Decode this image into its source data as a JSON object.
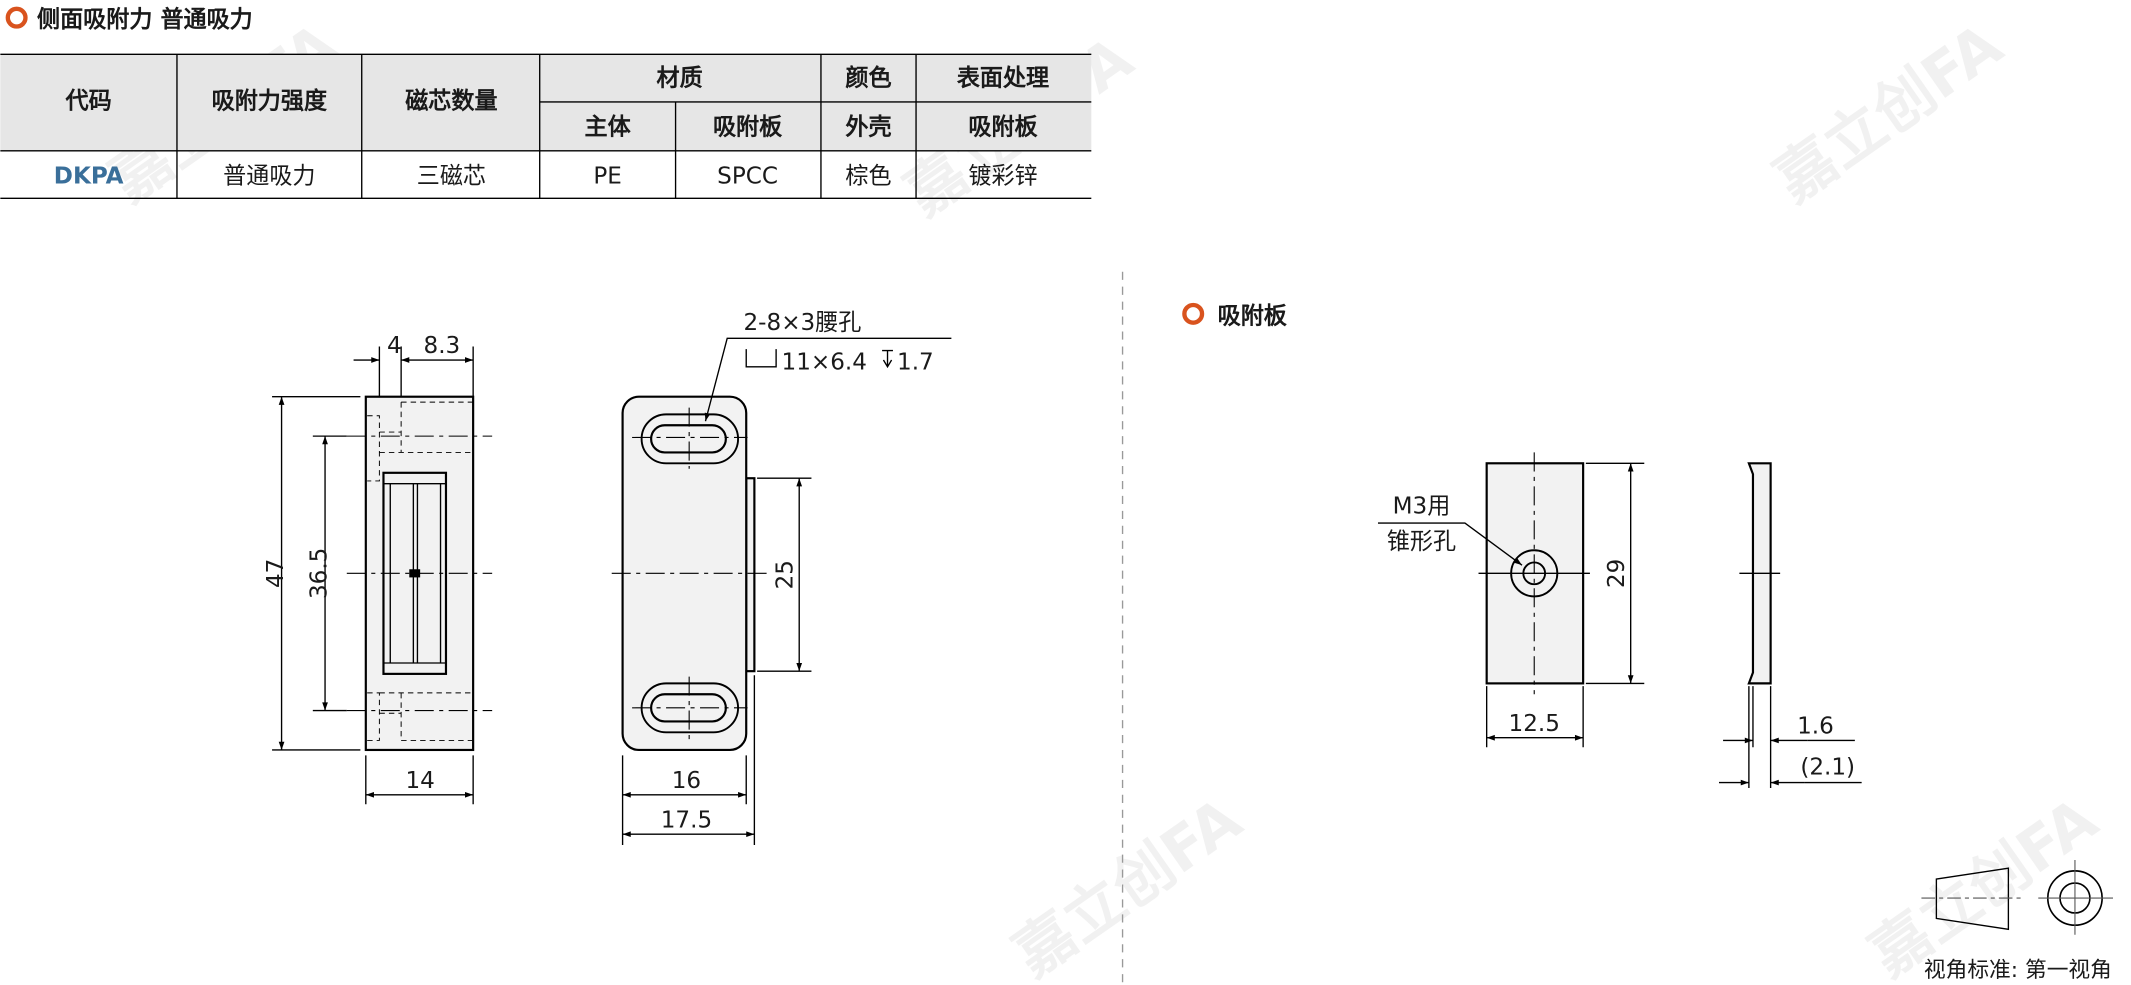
{
  "section1": {
    "title": "侧面吸附力 普通吸力"
  },
  "table": {
    "headers": {
      "code": "代码",
      "strength": "吸附力强度",
      "magnets": "磁芯数量",
      "material": "材质",
      "color": "颜色",
      "surface": "表面处理",
      "body": "主体",
      "plate": "吸附板",
      "shell": "外壳",
      "plate_surface": "吸附板"
    },
    "rows": [
      {
        "code": "DKPA",
        "strength": "普通吸力",
        "magnets": "三磁芯",
        "body": "PE",
        "plate": "SPCC",
        "shell": "棕色",
        "plate_surface": "镀彩锌"
      }
    ]
  },
  "drawing_main": {
    "dims": {
      "d4": "4",
      "d8_3": "8.3",
      "d47": "47",
      "d36_5": "36.5",
      "d14": "14",
      "d25": "25",
      "d16": "16",
      "d17_5": "17.5"
    },
    "slot_note": "2-8×3腰孔",
    "slot_spec": "11×6.4",
    "slot_depth": "1.7"
  },
  "section2": {
    "title": "吸附板"
  },
  "drawing_plate": {
    "note_line1": "M3用",
    "note_line2": "锥形孔",
    "dims": {
      "d29": "29",
      "d12_5": "12.5",
      "d1_6": "1.6",
      "d2_1": "(2.1)"
    }
  },
  "projection": {
    "label": "视角标准: 第一视角"
  },
  "watermark": "嘉立创FA",
  "colors": {
    "accent": "#d9531e",
    "code_blue": "#3a6f9a",
    "header_bg": "#e6e6e6",
    "part_fill": "#f2f2f2"
  }
}
